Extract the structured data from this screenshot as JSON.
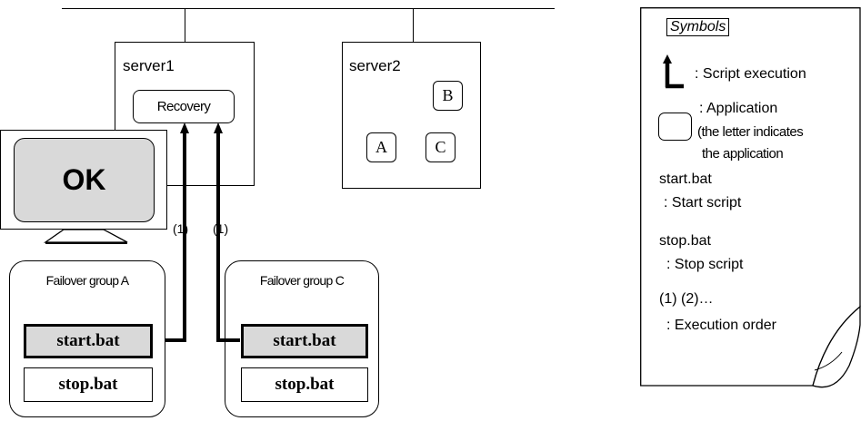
{
  "servers": {
    "server1": {
      "label": "server1",
      "recovery_label": "Recovery"
    },
    "server2": {
      "label": "server2",
      "apps": [
        "A",
        "B",
        "C"
      ]
    }
  },
  "monitor": {
    "status": "OK"
  },
  "groups": {
    "group_a": {
      "label": "Failover group A",
      "start": "start.bat",
      "stop": "stop.bat",
      "order": "(1)"
    },
    "group_c": {
      "label": "Failover group C",
      "start": "start.bat",
      "stop": "stop.bat",
      "order": "(1)"
    }
  },
  "legend": {
    "title": "Symbols",
    "script_execution": ": Script execution",
    "application": ": Application",
    "application_note_1": "(the letter indicates",
    "application_note_2": "the application",
    "start_name": "start.bat",
    "start_desc": ": Start script",
    "stop_name": "stop.bat",
    "stop_desc": ": Stop script",
    "order_name": "(1) (2)…",
    "order_desc": ": Execution order"
  }
}
